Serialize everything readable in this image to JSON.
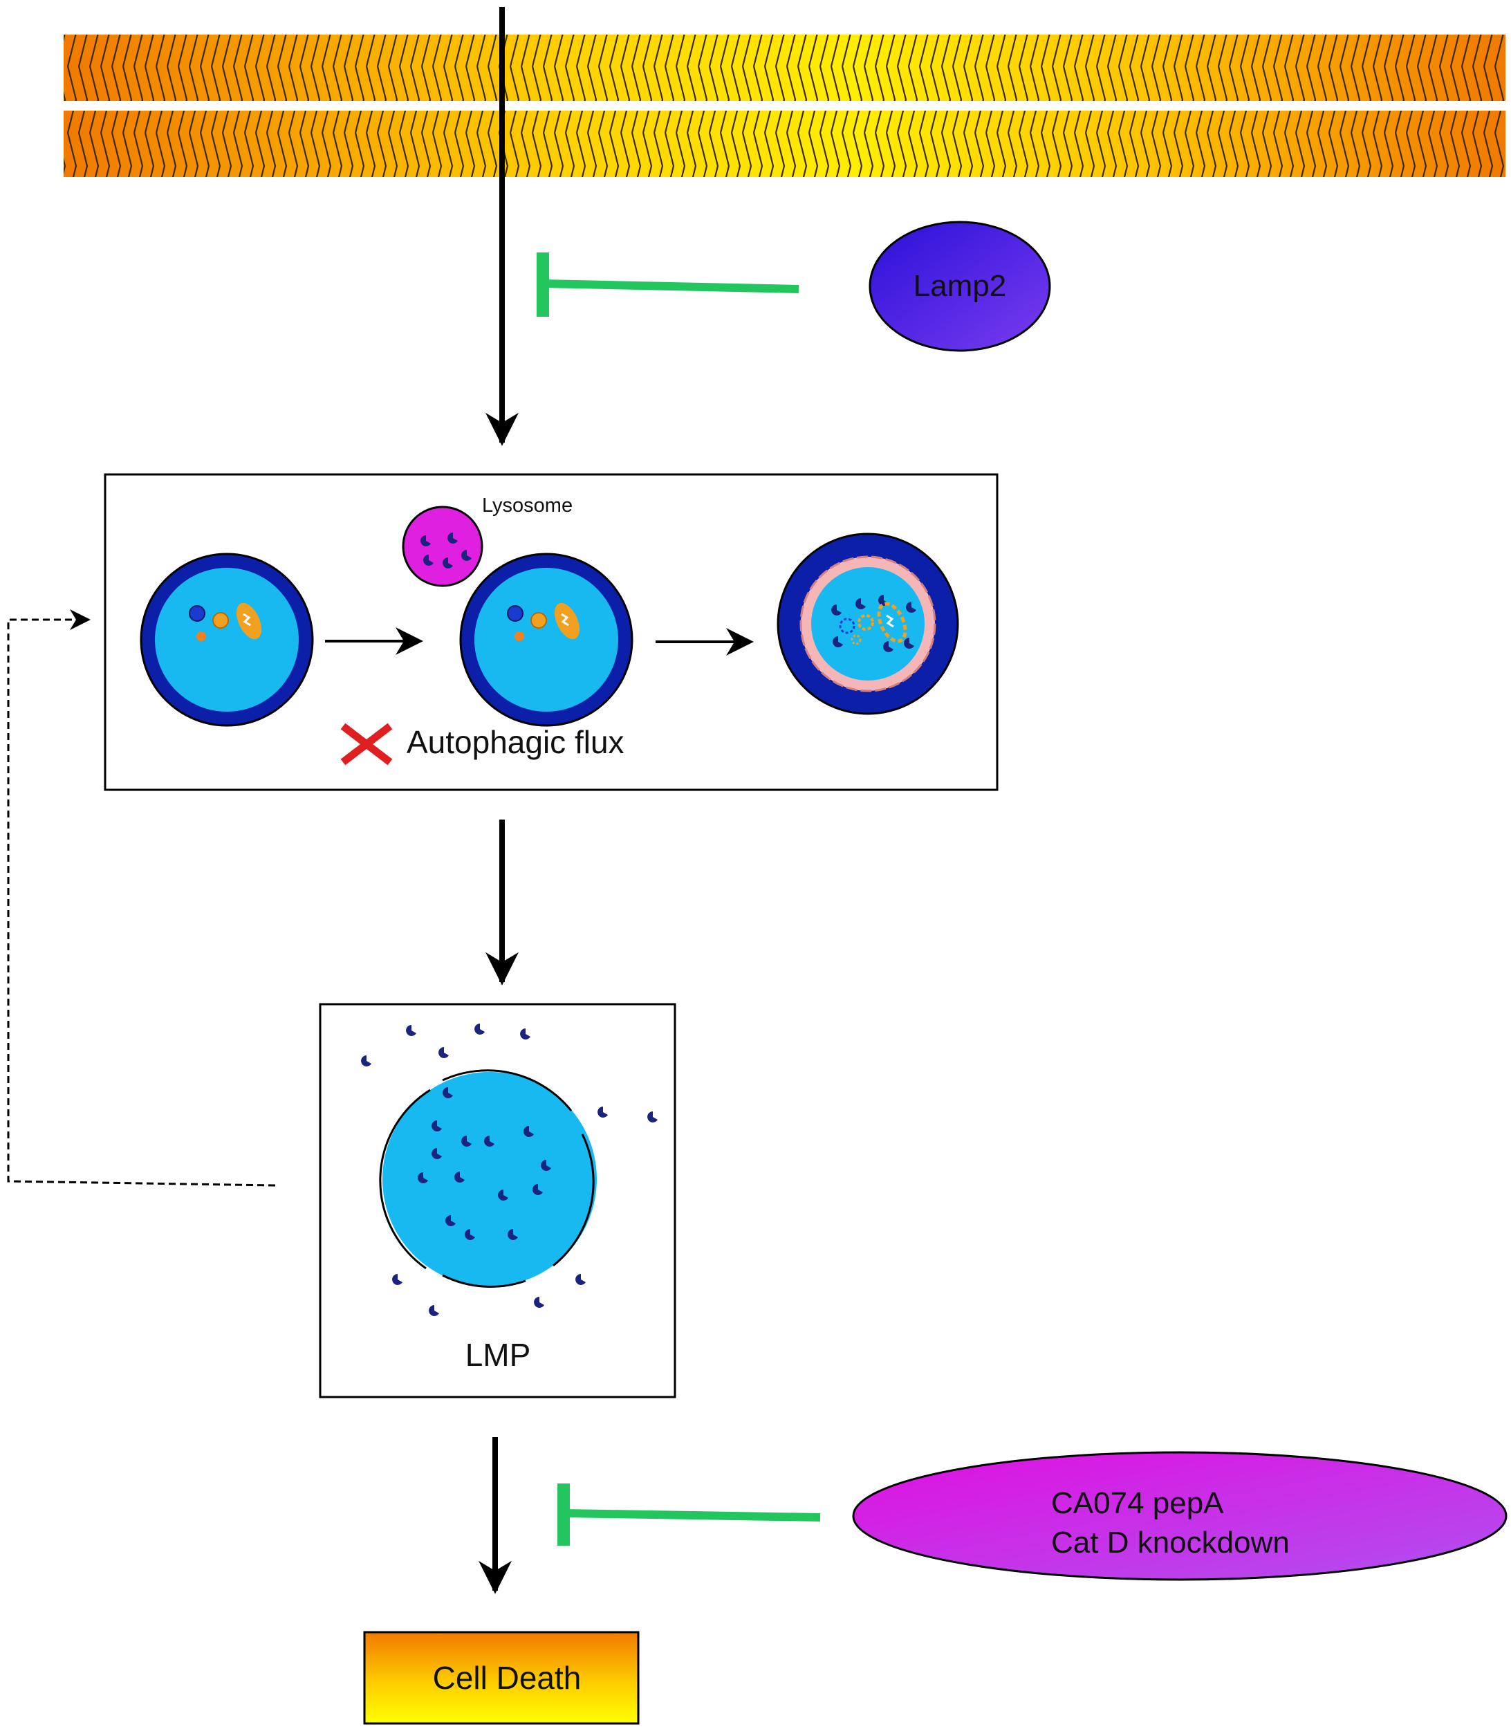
{
  "labels": {
    "lamp2": "Lamp2",
    "lysosome": "Lysosome",
    "autophagic_flux": "Autophagic flux",
    "lmp": "LMP",
    "inhibitor_line1": "CA074 pepA",
    "inhibitor_line2": "Cat D knockdown",
    "cell_death": "Cell Death"
  },
  "colors": {
    "inhibit": "#22c55e",
    "lamp2": "#3b0ff0",
    "vesicle_outer": "#0b1fa8",
    "vesicle_lumen": "#18b8f0",
    "lysosome": "#e020e0",
    "block_x": "#e02020",
    "membrane_orange": "#f07a00",
    "membrane_yellow": "#ffee00",
    "cathepsin": "#1a237e"
  },
  "icons": {
    "block": "red-x-icon"
  }
}
